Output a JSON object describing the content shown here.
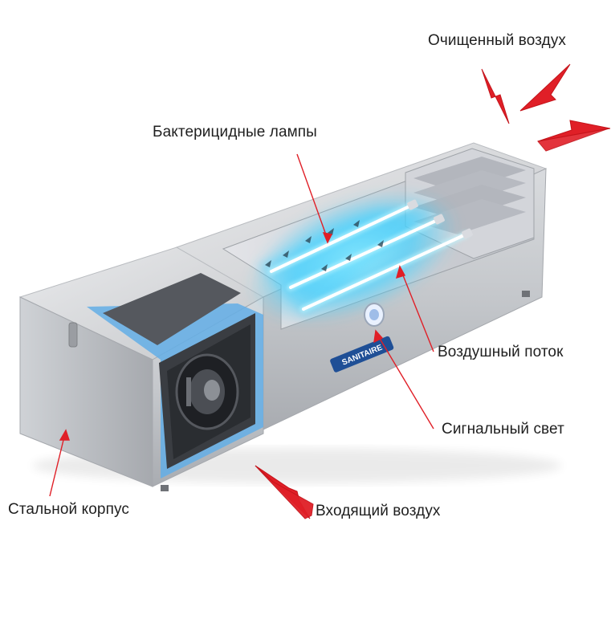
{
  "labels": {
    "clean_air": "Очищенный воздух",
    "uv_lamps": "Бактерицидные лампы",
    "air_flow": "Воздушный поток",
    "signal_light": "Сигнальный свет",
    "steel_case": "Стальной корпус",
    "incoming_air": "Входящий воздух"
  },
  "brand": "SANITAIRE",
  "colors": {
    "arrow_red": "#e01f27",
    "uv_glow": "#3fd0ff",
    "steel": "#c9ccd0",
    "blue_frame": "#63aee6"
  }
}
